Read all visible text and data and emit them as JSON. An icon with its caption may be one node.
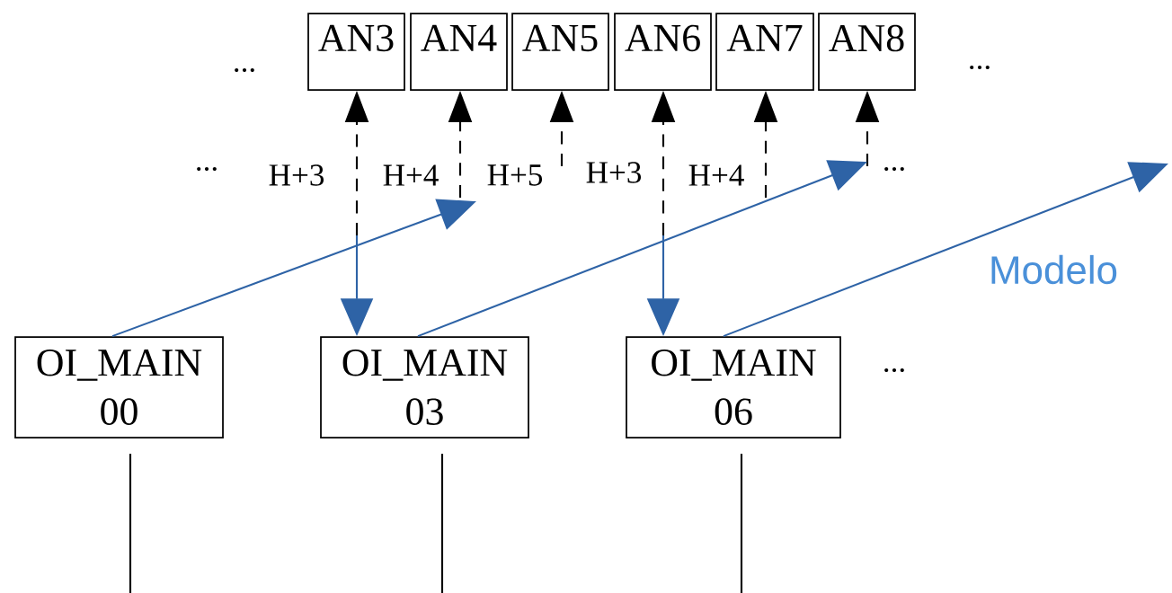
{
  "diagram": {
    "nodes": [
      {
        "text": [
          "AN3"
        ]
      },
      {
        "text": [
          "AN4"
        ]
      },
      {
        "text": [
          "AN5"
        ]
      },
      {
        "text": [
          "AN6"
        ]
      },
      {
        "text": [
          "AN7"
        ]
      },
      {
        "text": [
          "AN8"
        ]
      },
      {
        "text": [
          "OI_MAIN",
          "00"
        ]
      },
      {
        "text": [
          "OI_MAIN",
          "03"
        ]
      },
      {
        "text": [
          "OI_MAIN",
          "06"
        ]
      }
    ],
    "edges": [
      {
        "from": 7,
        "to": 0,
        "arrow": "both",
        "style": "dashed"
      },
      {
        "from": null,
        "to": 1,
        "arrow": "to",
        "style": "dashed"
      },
      {
        "from": null,
        "to": 2,
        "arrow": "to",
        "style": "dashed"
      },
      {
        "from": 8,
        "to": 3,
        "arrow": "both",
        "style": "dashed"
      },
      {
        "from": null,
        "to": 4,
        "arrow": "to",
        "style": "dashed"
      },
      {
        "from": null,
        "to": 5,
        "arrow": "to",
        "style": "dashed"
      },
      {
        "from": 6,
        "to": null,
        "arrow": "to",
        "color": "#2e63a6"
      },
      {
        "from": 7,
        "to": null,
        "arrow": "to",
        "color": "#2e63a6"
      },
      {
        "from": 8,
        "to": null,
        "arrow": "to",
        "color": "#2e63a6"
      }
    ],
    "labels": [
      "...",
      "...",
      "...",
      "H+3",
      "H+4",
      "H+5",
      "H+3",
      "H+4",
      "...",
      "Modelo",
      "..."
    ]
  }
}
